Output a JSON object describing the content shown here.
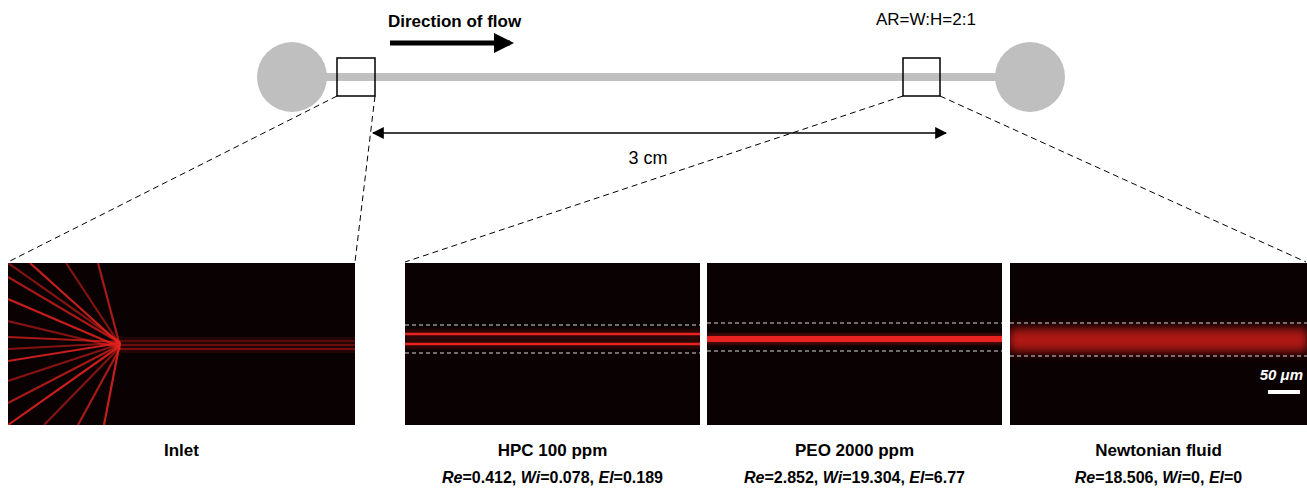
{
  "diagram": {
    "nodes": [
      {
        "text": [
          "Inlet"
        ]
      },
      {
        "text": [
          "HPC 100 ppm",
          "Re=0.412, Wi=0.078, El=0.189"
        ]
      },
      {
        "text": [
          "PEO 2000 ppm",
          "Re=2.852, Wi=19.304, El=6.77"
        ]
      },
      {
        "text": [
          "Newtonian fluid",
          "Re=18.506, Wi=0, El=0"
        ]
      }
    ],
    "labels": [
      "Direction of flow",
      "AR=W:H=2:1",
      "3 cm",
      "50 μm"
    ]
  }
}
